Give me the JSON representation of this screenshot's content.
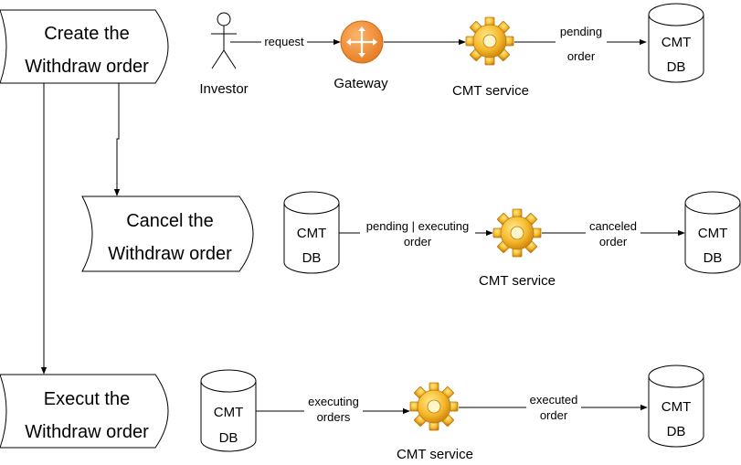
{
  "steps": {
    "create": {
      "line1": "Create the",
      "line2": "Withdraw order"
    },
    "cancel": {
      "line1": "Cancel the",
      "line2": "Withdraw order"
    },
    "execute": {
      "line1": "Execut the",
      "line2": "Withdraw order"
    }
  },
  "actors": {
    "investor": "Investor",
    "gateway": "Gateway"
  },
  "service_label": "CMT service",
  "db": {
    "line1": "CMT",
    "line2": "DB"
  },
  "edges": {
    "request": "request",
    "create_out": {
      "line1": "pending",
      "line2": "order"
    },
    "cancel_in": {
      "line1": "pending | executing",
      "line2": "order"
    },
    "cancel_out": {
      "line1": "canceled",
      "line2": "order"
    },
    "exec_in": {
      "line1": "executing",
      "line2": "orders"
    },
    "exec_out": {
      "line1": "executed",
      "line2": "order"
    }
  },
  "colors": {
    "gateway": "#f08c3a",
    "gear": "#f5b82a",
    "gear_dark": "#d08a10"
  }
}
